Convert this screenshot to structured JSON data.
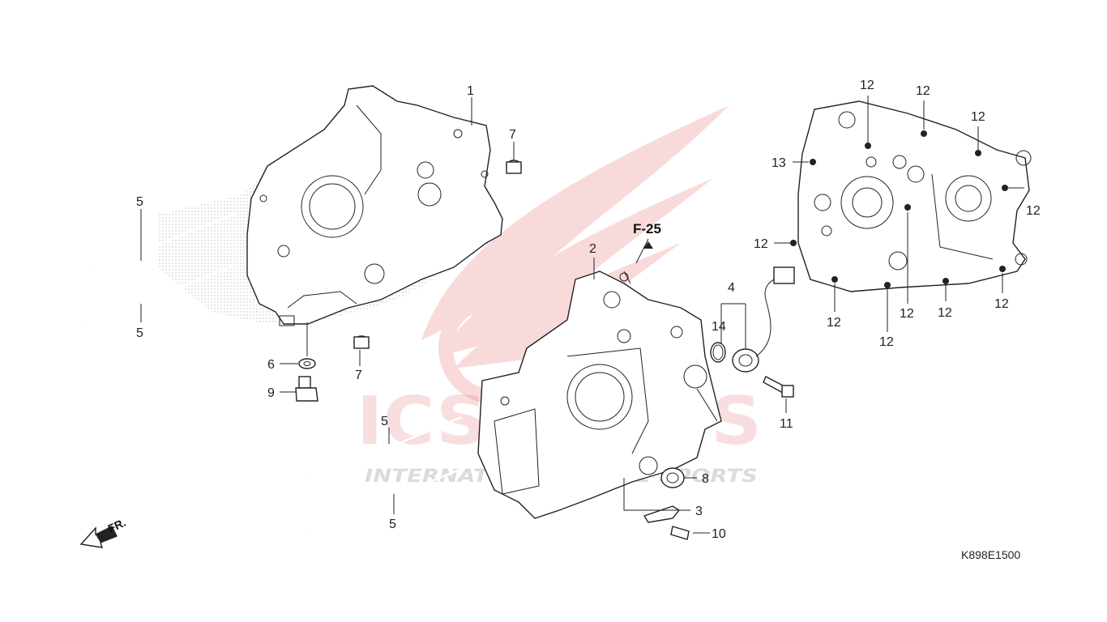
{
  "diagram": {
    "callouts": {
      "p1": "1",
      "p2": "2",
      "p3": "3",
      "p4": "4",
      "p5a": "5",
      "p5b": "5",
      "p5c": "5",
      "p5d": "5",
      "p6": "6",
      "p7a": "7",
      "p7b": "7",
      "p8": "8",
      "p9": "9",
      "p10": "10",
      "p11": "11",
      "p12a": "12",
      "p12b": "12",
      "p12c": "12",
      "p12d": "12",
      "p12e": "12",
      "p12f": "12",
      "p12g": "12",
      "p12h": "12",
      "p12i": "12",
      "p12j": "12",
      "p13": "13",
      "p14": "14"
    },
    "reference_label": "F-25",
    "direction_label": "FR.",
    "diagram_code": "K898E1500"
  },
  "watermark": {
    "brand_text": "ICS PARTS",
    "tagline": "INTERNATIONAL CYCLE SPORTS",
    "logo_color": "#e03a3e"
  }
}
